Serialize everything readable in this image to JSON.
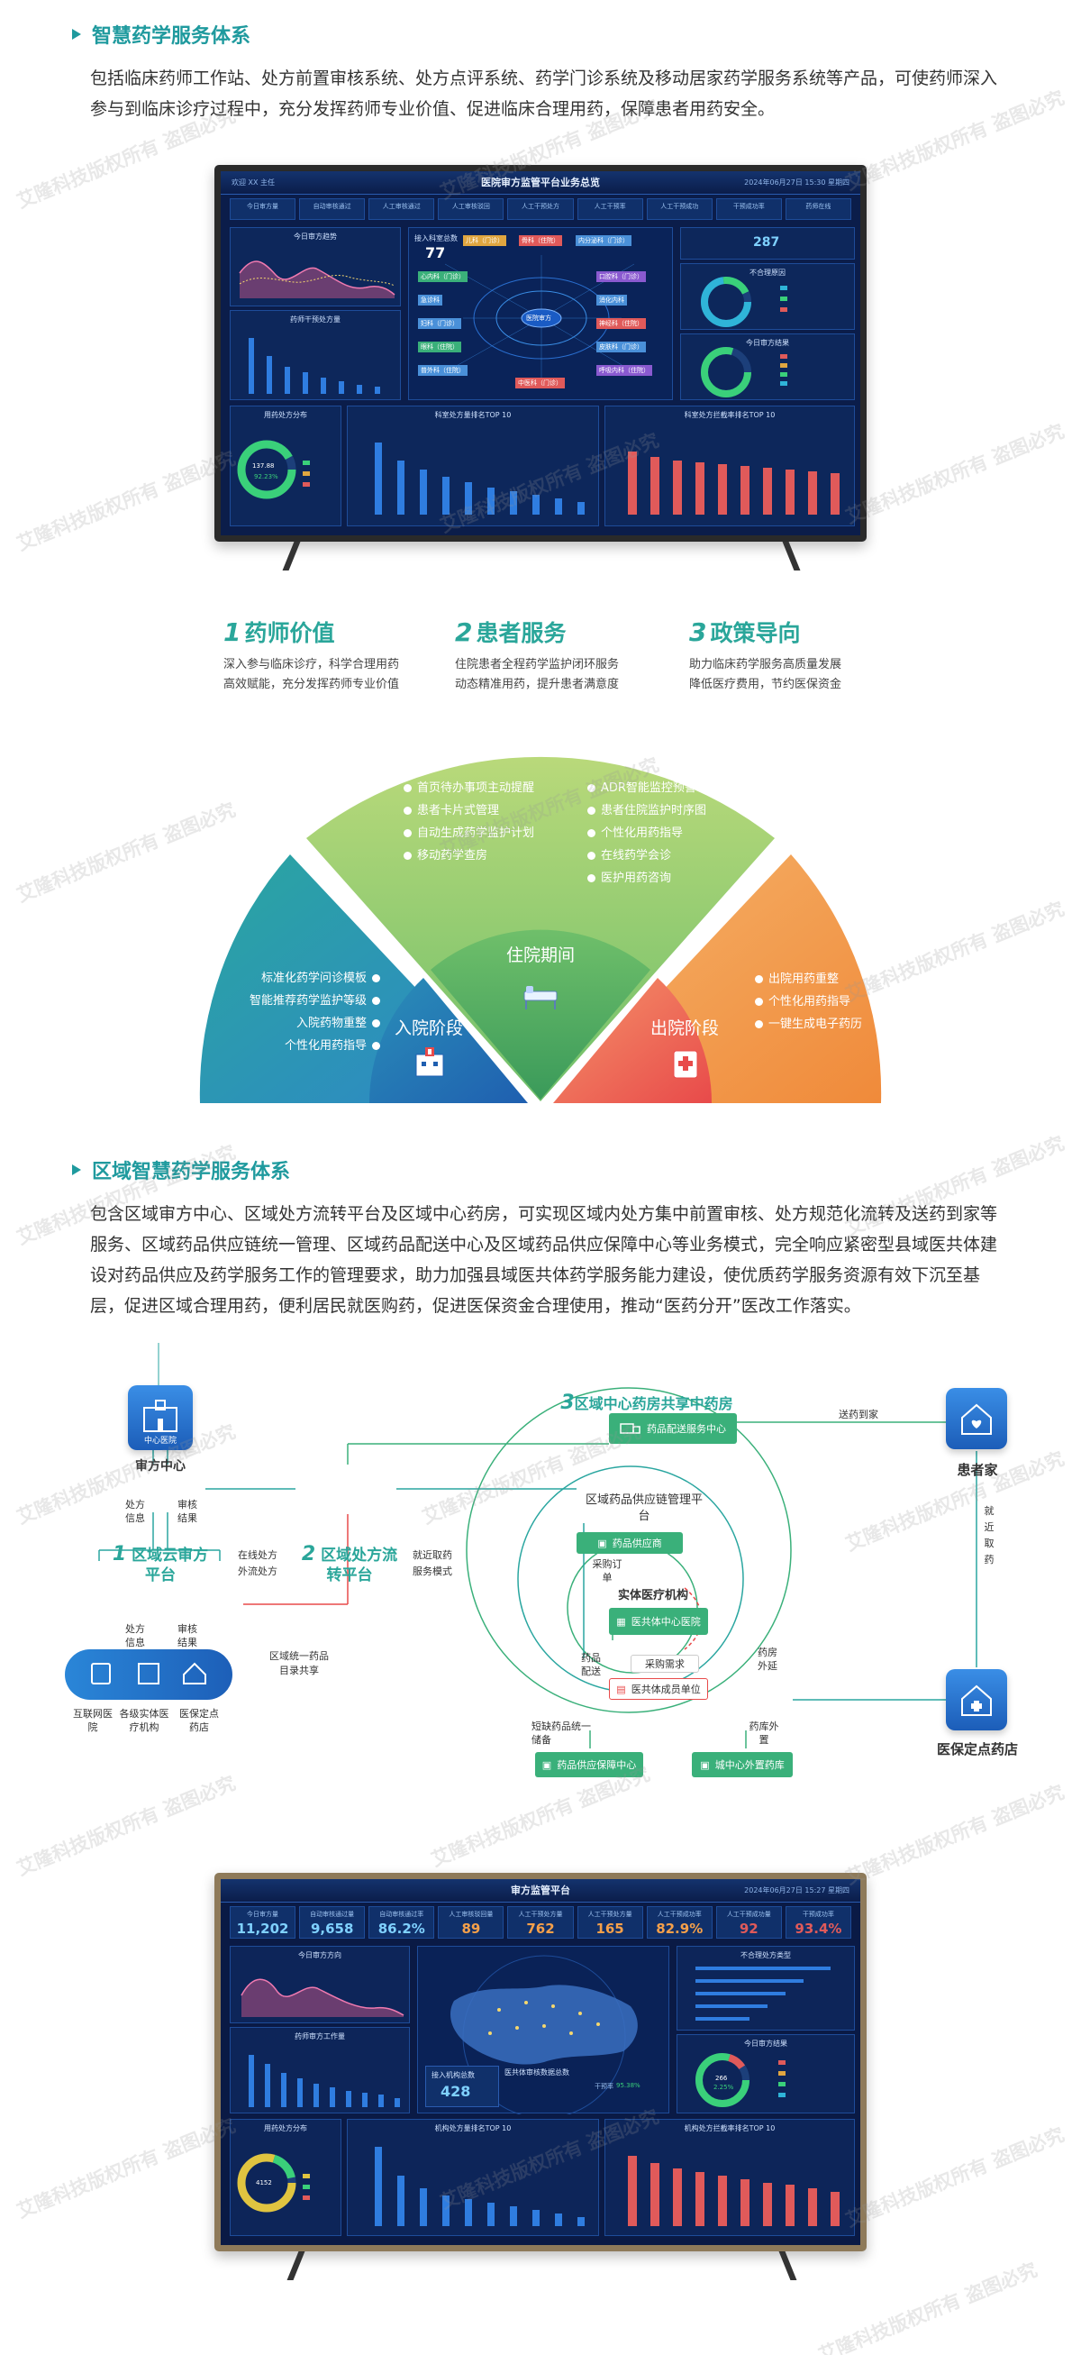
{
  "sections": {
    "s1_title": "智慧药学服务体系",
    "s1_paragraph": "包括临床药师工作站、处方前置审核系统、处方点评系统、药学门诊系统及移动居家药学服务系统等产品，可使药师深入参与到临床诊疗过程中，充分发挥药师专业价值、促进临床合理用药，保障患者用药安全。",
    "s2_title": "区域智慧药学服务体系",
    "s2_paragraph": "包含区域审方中心、区域处方流转平台及区域中心药房，可实现区域内处方集中前置审核、处方规范化流转及送药到家等服务、区域药品供应链统一管理、区域药品配送中心及区域药品供应保障中心等业务模式，完全响应紧密型县域医共体建设对药品供应及药学服务工作的管理要求，助力加强县域医共体药学服务能力建设，使优质药学服务资源有效下沉至基层，促进区域合理用药，便利居民就医购药，促进医保资金合理使用，推动“医药分开”医改工作落实。"
  },
  "dash1": {
    "title": "医院审方监管平台业务总览",
    "header_left": "欢迎  XX  主任",
    "header_right": "2024年06月27日  15:30  星期四",
    "tabs": [
      "今日审方量",
      "自动审核通过",
      "人工审核通过",
      "人工审核驳回",
      "人工干预处方",
      "人工干预率",
      "人工干预成功",
      "干预成功率",
      "药师在线"
    ],
    "gauge_value": "287",
    "p_today": "今日审方趋势",
    "p_pharm": "药师干预处方量",
    "center_top": "接入科室总数",
    "center_value": "77",
    "center_hub": "医院审方",
    "p_unqualified": "不合理原因",
    "p_result": "今日审方结果",
    "p_dist": "用药处方分布",
    "dist_value": "137.88",
    "dist_pct": "92.23%",
    "p_top_dept": "科室处方量排名TOP 10",
    "p_top_rate": "科室处方拦截率排名TOP 10",
    "dept_tags": [
      "儿科（门诊）",
      "骨科（住院）",
      "内分泌科（门诊）",
      "心内科（门诊）",
      "急诊科",
      "妇科（门诊）",
      "眼科（住院）",
      "普外科（住院）",
      "口腔科（门诊）",
      "消化内科",
      "神经科（住院）",
      "皮肤科（门诊）",
      "呼吸内科（住院）",
      "中医科（门诊）"
    ]
  },
  "values": [
    {
      "num": "1",
      "title": "药师价值",
      "line1": "深入参与临床诊疗，科学合理用药",
      "line2": "高效赋能，充分发挥药师专业价值"
    },
    {
      "num": "2",
      "title": "患者服务",
      "line1": "住院患者全程药学监护闭环服务",
      "line2": "动态精准用药，提升患者满意度"
    },
    {
      "num": "3",
      "title": "政策导向",
      "line1": "助力临床药学服务高质量发展",
      "line2": "降低医疗费用，节约医保资金"
    }
  ],
  "fan": {
    "mid_label": "住院期间",
    "left_label": "入院阶段",
    "right_label": "出院阶段",
    "mid_left": [
      "首页待办事项主动提醒",
      "患者卡片式管理",
      "自动生成药学监护计划",
      "移动药学查房"
    ],
    "mid_right": [
      "ADR智能监控预警",
      "患者住院监护时序图",
      "个性化用药指导",
      "在线药学会诊",
      "医护用药咨询"
    ],
    "left": [
      "标准化药学问诊模板",
      "智能推荐药学监护等级",
      "入院药物重整",
      "个性化用药指导"
    ],
    "right": [
      "出院用药重整",
      "个性化用药指导",
      "一键生成电子药历"
    ]
  },
  "flow": {
    "audit_center": "审方中心",
    "audit_center_icon": "中心医院",
    "up_left": "处方信息",
    "up_right": "审核结果",
    "node1_num": "1",
    "node1": "区域云审方平台",
    "mid_top": "在线处方",
    "mid_bottom": "外流处方",
    "node2_num": "2",
    "node2": "区域处方流转平台",
    "pickup_top": "就近取药",
    "pickup_bottom": "服务模式",
    "down_left": "处方信息",
    "down_right": "审核结果",
    "unified_top": "区域统一药品",
    "unified_bottom": "目录共享",
    "bottom_items": [
      "互联网医院",
      "各级实体医疗机构",
      "医保定点药店"
    ],
    "ring3_num": "3",
    "ring3": "区域中心药房共享中药房",
    "delivery_box": "药品配送服务中心",
    "send_home": "送药到家",
    "patient_home": "患者家",
    "near_pickup": "就近取药",
    "supply_title": "区域药品供应链管理平台",
    "supplier": "药品供应商",
    "purchase": "采购订单",
    "entity": "实体医疗机构",
    "hospital_center": "医共体中心医院",
    "demand": "采购需求",
    "delivery": "药品配送",
    "member": "医共体成员单位",
    "outreach": "药房外延",
    "shortage": "短缺药品统一储备",
    "pharmacy_set": "药库外置",
    "supply_center": "药品供应保障中心",
    "county_pharmacy": "城中心外置药库",
    "insured_pharmacy": "医保定点药店"
  },
  "dash2": {
    "title": "审方监管平台",
    "header_right": "2024年06月27日  15:27  星期四",
    "stats": [
      {
        "label": "今日审方量",
        "value": "11,202"
      },
      {
        "label": "自动审核通过量",
        "value": "9,658"
      },
      {
        "label": "自动审核通过率",
        "value": "86.2%"
      },
      {
        "label": "人工审核驳回量",
        "value": "89"
      },
      {
        "label": "人工干预处方量",
        "value": "762"
      },
      {
        "label": "人工干预处方量",
        "value": "165"
      },
      {
        "label": "人工干预成功率",
        "value": "82.9%"
      },
      {
        "label": "人工干预成功量",
        "value": "92"
      },
      {
        "label": "干预成功率",
        "value": "93.4%"
      }
    ],
    "p_today": "今日审方方向",
    "p_pharm": "药师审方工作量",
    "p_reason": "不合理处方类型",
    "p_result": "今日审方结果",
    "p_dist": "用药处方分布",
    "dist_value": "4152",
    "access_label": "接入机构总数",
    "access_value": "428",
    "county_label": "医共体审核数据总数",
    "rate_label": "干预率",
    "rate_value": "95.38%",
    "p_top_org": "机构处方量排名TOP 10",
    "p_top_rate": "机构处方拦截率排名TOP 10",
    "r_center_value": "266",
    "r_center_pct": "2.25%"
  },
  "watermark": "艾隆科技版权所有 盗图必究"
}
